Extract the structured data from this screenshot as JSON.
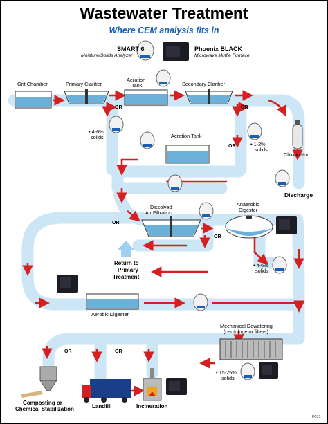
{
  "header": {
    "title": "Wastewater Treatment",
    "subtitle": "Where CEM analysis fits in"
  },
  "products": {
    "smart6": {
      "name": "SMART 6",
      "description": "Moisture/Solids Analyzer"
    },
    "phoenix": {
      "name": "Phoenix BLACK",
      "description": "Microwave Muffle Furnace"
    }
  },
  "stages": {
    "grit_chamber": "Grit Chamber",
    "primary_clarifier": "Primary Clarifier",
    "aeration_tank_top_1": "Aeration",
    "aeration_tank_top_2": "Tank",
    "secondary_clarifier": "Secondary Clarifier",
    "aeration_tank_mid": "Aeration Tank",
    "chlorinator": "Chlorinator",
    "discharge": "Discharge",
    "daf_1": "Dissolved",
    "daf_2": "Air Filtration",
    "anaerobic_1": "Anaerobic",
    "anaerobic_2": "Digester",
    "return_1": "Return to",
    "return_2": "Primary",
    "return_3": "Treatment",
    "aerobic_digester": "Aerobic Digester",
    "dewatering_1": "Mechanical Dewatering",
    "dewatering_2": "(centrifuge or filters)",
    "composting_1": "Composting or",
    "composting_2": "Chemical Stabilization",
    "landfill": "Landfill",
    "incineration": "Incineration"
  },
  "solids": {
    "primary_1": "• 4-6%",
    "primary_2": "solids",
    "secondary_1": "• 1-2%",
    "secondary_2": "solids",
    "anaerobic_1": "• 4-6%",
    "anaerobic_2": "solids",
    "dewatering_1": "• 15-25%",
    "dewatering_2": "solids"
  },
  "or_label": "OR",
  "footer_code": "F031",
  "colors": {
    "flow": "#cde6f5",
    "arrow": "#d42020",
    "water": "#6ab0d8",
    "title_blue": "#1a5fb4"
  }
}
